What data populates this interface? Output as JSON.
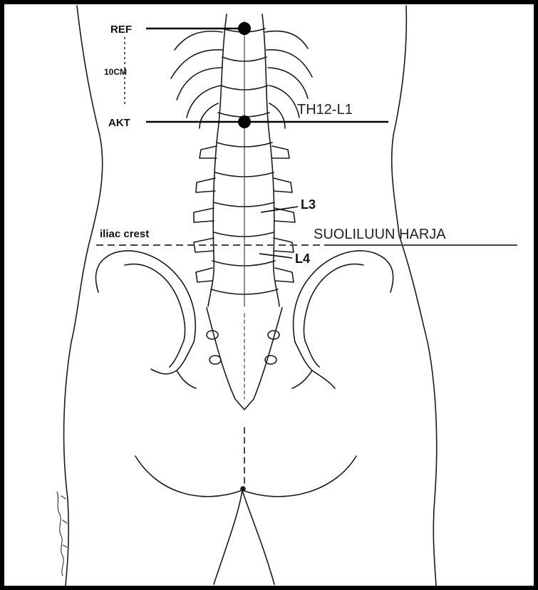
{
  "labels": {
    "ref": "REF",
    "distance": "10CM",
    "akt": "AKT",
    "th12_l1": "TH12-L1",
    "l3": "L3",
    "l4": "L4",
    "iliac_crest_en": "iliac crest",
    "iliac_crest_fi": "SUOLILUUN HARJA"
  }
}
